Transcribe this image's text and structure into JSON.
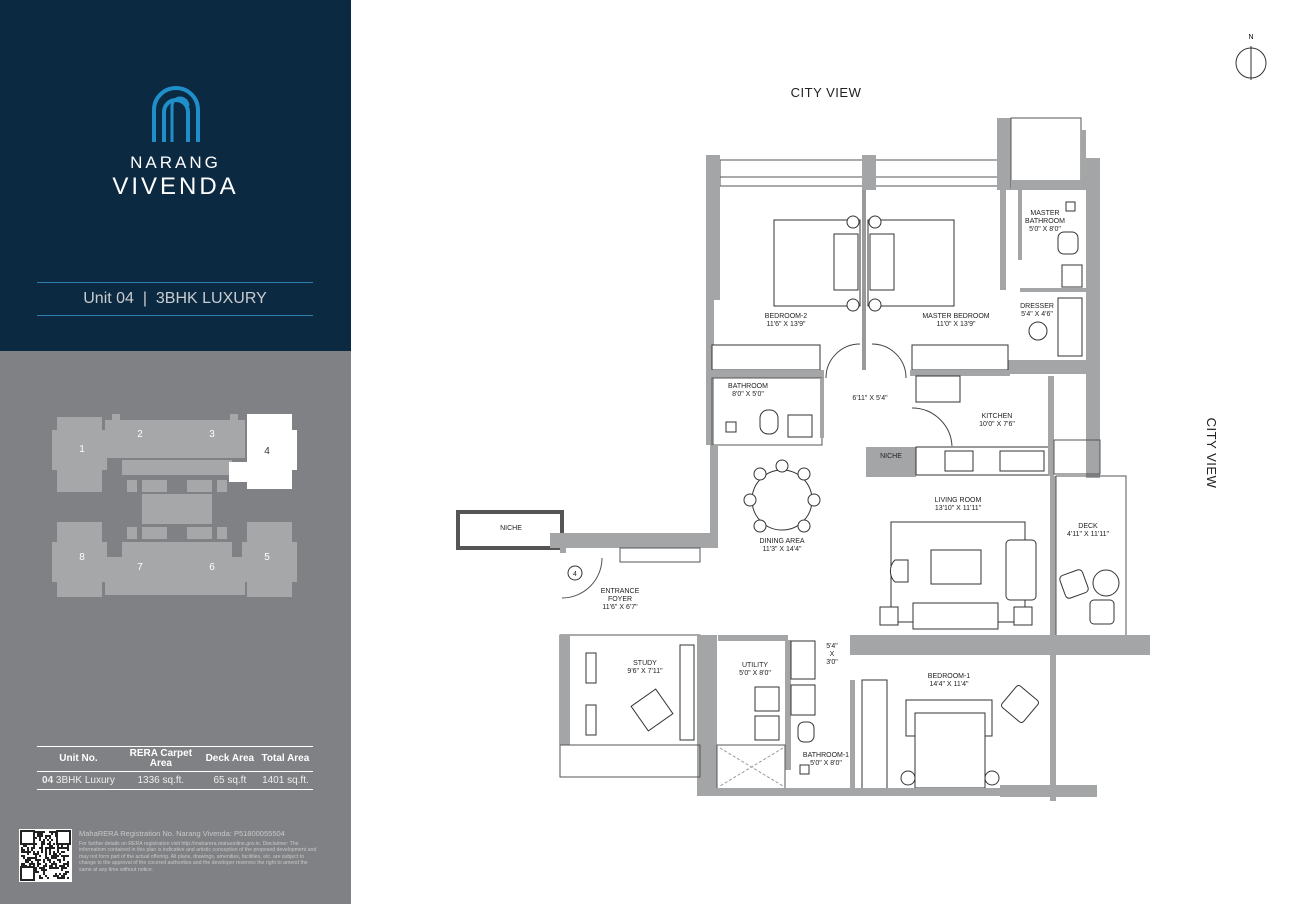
{
  "brand": {
    "line1": "NARANG",
    "line2": "VIVENDA",
    "logo_color": "#1f8fc9",
    "panel_color": "#0c2942",
    "lower_panel_color": "#808184"
  },
  "unit_title": {
    "unit": "Unit 04",
    "sep": "|",
    "type": "3BHK LUXURY"
  },
  "key_plan": {
    "units": [
      "1",
      "2",
      "3",
      "4",
      "5",
      "6",
      "7",
      "8"
    ],
    "highlighted": "4"
  },
  "area_table": {
    "headers": [
      "Unit No.",
      "RERA Carpet Area",
      "Deck Area",
      "Total Area"
    ],
    "row": {
      "unit_no": "04",
      "unit_type": "3BHK Luxury",
      "carpet": "1336 sq.ft.",
      "deck": "65 sq.ft",
      "total": "1401 sq.ft."
    }
  },
  "rera": {
    "title": "MahaRERA Registration No. Narang Vivenda: P51800055504",
    "disclaimer": "For further details on RERA registration visit http://maharera.mahaonline.gov.in. Disclaimer: The informatiom contained in this plan is indicative and artistic conception of the proposed development and may not form part of the actual offering. All plans, drawings, amenities, facilities, etc. are subject to change to the approval of the cocered authorities and the developer reserves the right to amend the same at any time without notice."
  },
  "plan": {
    "north": "N",
    "views": {
      "top": "CITY VIEW",
      "right": "CITY VIEW"
    },
    "unit_marker": "4",
    "rooms": [
      {
        "name": "BEDROOM-2",
        "size": "11'6\" X 13'9\""
      },
      {
        "name": "MASTER BEDROOM",
        "size": "11'0\" X 13'9\""
      },
      {
        "name": "MASTER BATHROOM",
        "size": "5'0\" X 8'0\""
      },
      {
        "name": "DRESSER",
        "size": "5'4\" X 4'6\""
      },
      {
        "name": "BATHROOM",
        "size": "8'0\" X 5'0\""
      },
      {
        "name": "",
        "size": "6'11\" X 5'4\""
      },
      {
        "name": "KITCHEN",
        "size": "10'0\" X 7'6\""
      },
      {
        "name": "NICHE",
        "size": ""
      },
      {
        "name": "LIVING ROOM",
        "size": "13'10\" X 11'11\""
      },
      {
        "name": "DECK",
        "size": "4'11\" X 11'11\""
      },
      {
        "name": "NICHE",
        "size": ""
      },
      {
        "name": "DINING AREA",
        "size": "11'3\" X 14'4\""
      },
      {
        "name": "ENTRANCE FOYER",
        "size": "11'6\" X 6'7\""
      },
      {
        "name": "STUDY",
        "size": "9'6\" X 7'11\""
      },
      {
        "name": "UTILITY",
        "size": "5'0\" X 8'0\""
      },
      {
        "name": "5'4\"",
        "size": "X",
        "size2": "3'0\""
      },
      {
        "name": "BEDROOM-1",
        "size": "14'4\" X 11'4\""
      },
      {
        "name": "BATHROOM-1",
        "size": "5'0\" X 8'0\""
      }
    ]
  }
}
